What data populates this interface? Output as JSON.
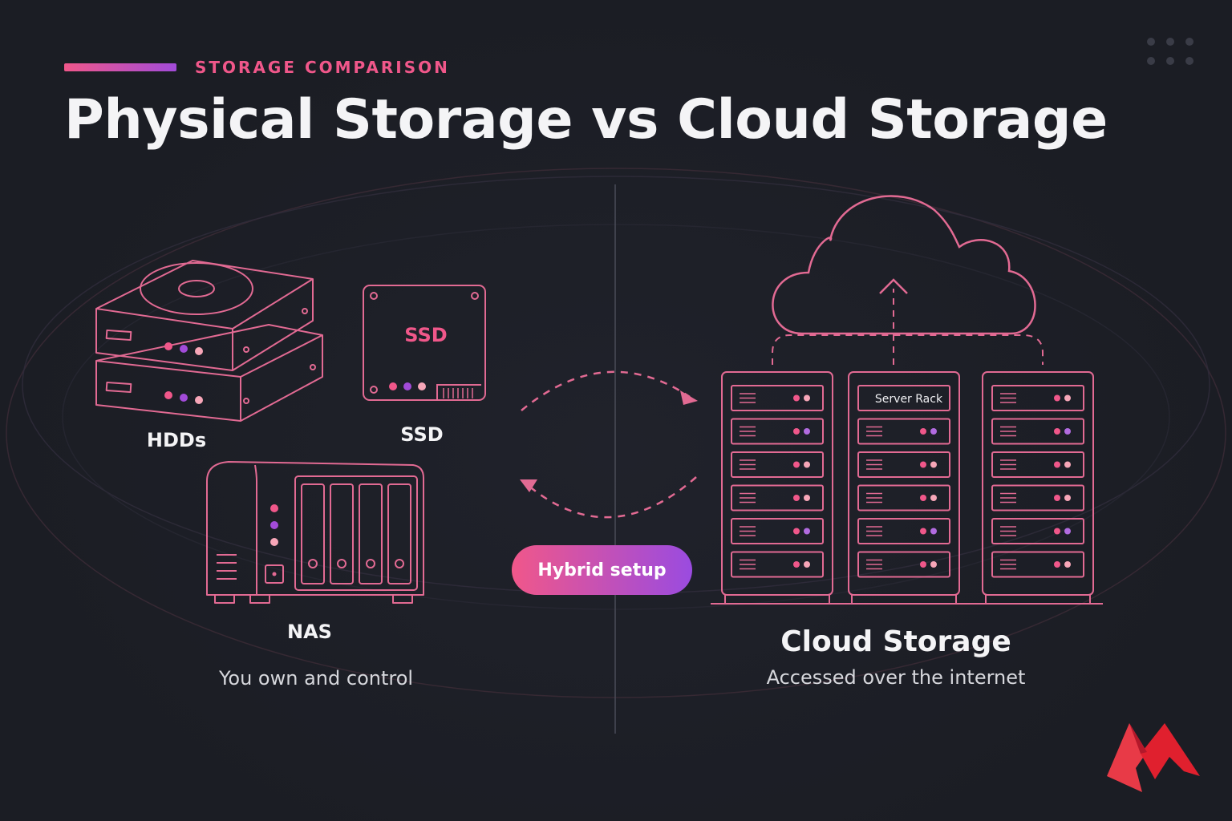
{
  "header": {
    "eyebrow": "STORAGE COMPARISON",
    "title": "Physical Storage vs Cloud Storage"
  },
  "physical": {
    "hdd_label": "HDDs",
    "ssd_label": "SSD",
    "ssd_chip_text": "SSD",
    "nas_label": "NAS",
    "caption": "You own and control"
  },
  "cloud": {
    "title": "Cloud Storage",
    "caption": "Accessed over the internet",
    "rack_label": "Server Rack"
  },
  "center": {
    "pill_label": "Hybrid setup"
  },
  "colors": {
    "background": "#1b1d24",
    "accent_pink": "#f0578a",
    "accent_purple": "#a24bd9",
    "line_pink": "#e26a93",
    "logo_red": "#e83a47"
  },
  "icons": [
    "hdd-stack-icon",
    "ssd-icon",
    "nas-icon",
    "cloud-icon",
    "server-rack-icon",
    "sync-arrows-icon",
    "logo-icon"
  ]
}
